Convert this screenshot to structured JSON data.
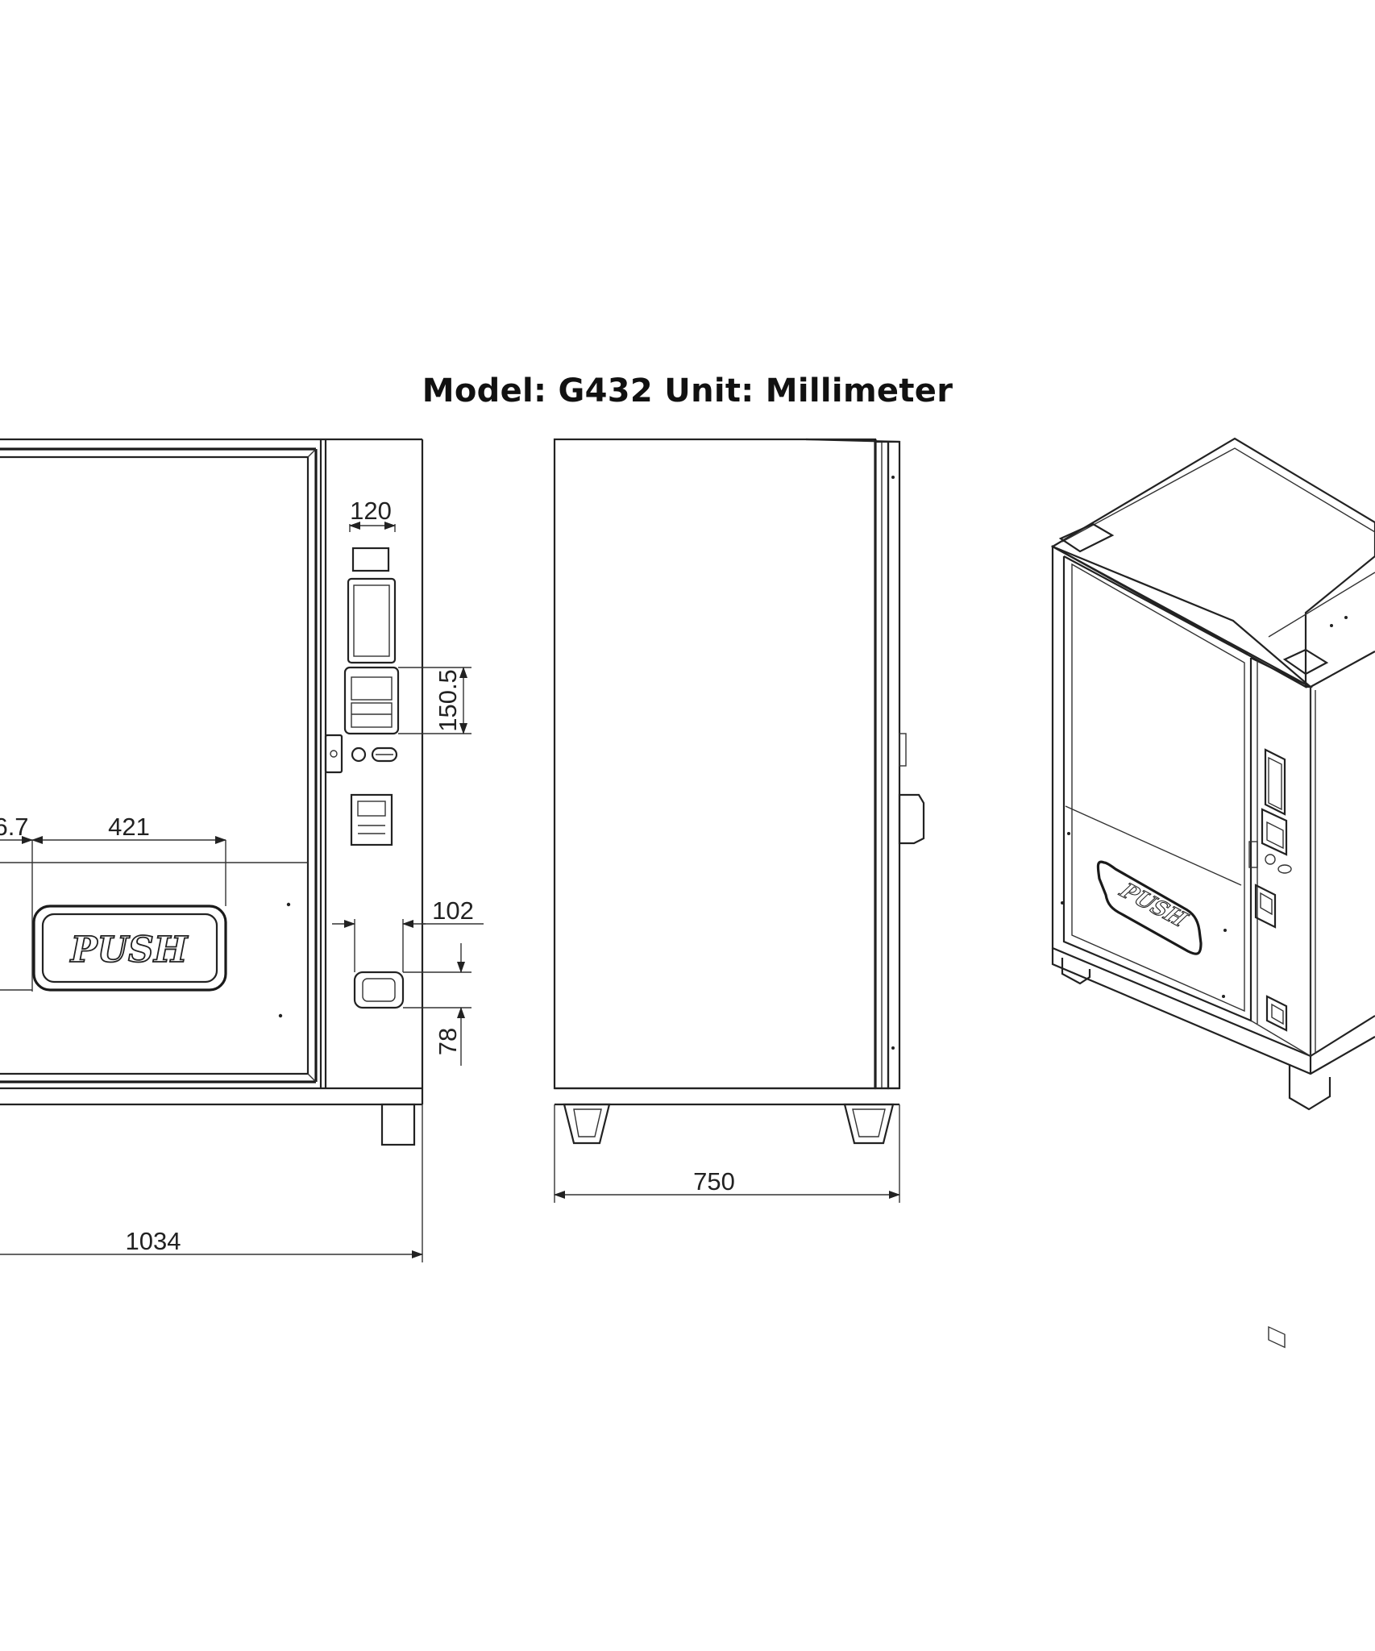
{
  "title": "Model: G432  Unit: Millimeter",
  "front_view": {
    "push_label": "PUSH",
    "dims": {
      "panel_width": "120",
      "bill_acceptor_height": "150.5",
      "offset_partial": "6.7",
      "door_handle_width": "421",
      "coin_return_offset": "102",
      "coin_return_height": "78",
      "overall_width": "1034"
    }
  },
  "side_view": {
    "dims": {
      "depth": "750"
    }
  },
  "iso_view": {
    "push_label": "PUSH"
  }
}
